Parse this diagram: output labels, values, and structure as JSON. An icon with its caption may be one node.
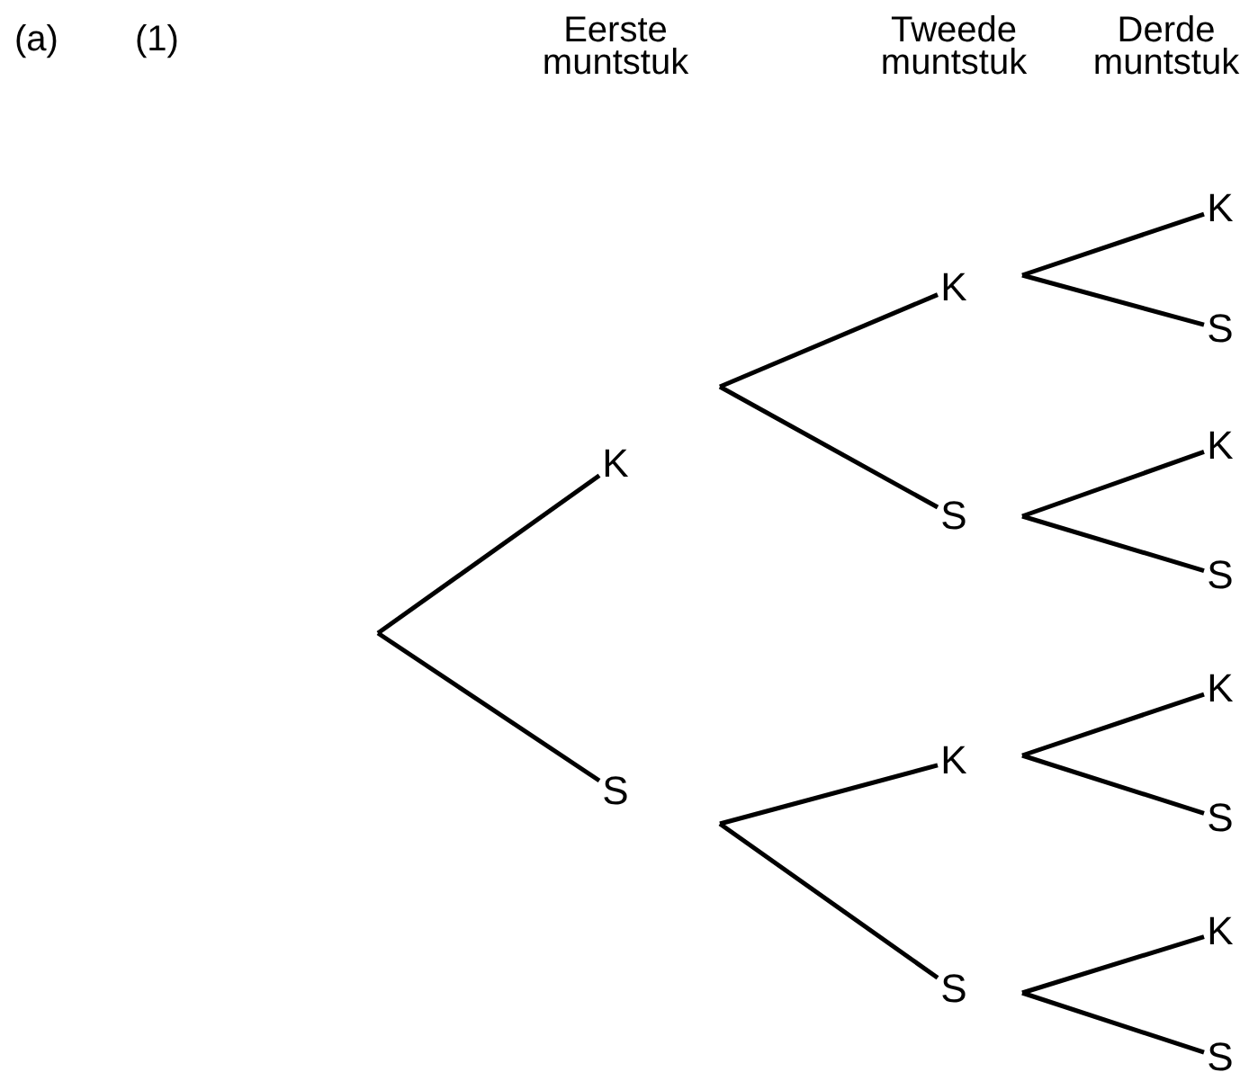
{
  "diagram": {
    "nodes": [
      {
        "text": [
          "K"
        ]
      },
      {
        "text": [
          "S"
        ]
      },
      {
        "text": [
          "K"
        ]
      },
      {
        "text": [
          "S"
        ]
      },
      {
        "text": [
          "K"
        ]
      },
      {
        "text": [
          "S"
        ]
      },
      {
        "text": [
          "K"
        ]
      },
      {
        "text": [
          "S"
        ]
      },
      {
        "text": [
          "K"
        ]
      },
      {
        "text": [
          "S"
        ]
      },
      {
        "text": [
          "K"
        ]
      },
      {
        "text": [
          "S"
        ]
      },
      {
        "text": [
          "K"
        ]
      },
      {
        "text": [
          "S"
        ]
      }
    ],
    "edges": [
      {
        "from": null,
        "to": 0,
        "arrow": "none"
      },
      {
        "from": null,
        "to": 1,
        "arrow": "none"
      },
      {
        "from": null,
        "to": 2,
        "arrow": "none"
      },
      {
        "from": null,
        "to": 3,
        "arrow": "none"
      },
      {
        "from": null,
        "to": 4,
        "arrow": "none"
      },
      {
        "from": null,
        "to": 5,
        "arrow": "none"
      },
      {
        "from": null,
        "to": 6,
        "arrow": "none"
      },
      {
        "from": null,
        "to": 7,
        "arrow": "none"
      },
      {
        "from": null,
        "to": 8,
        "arrow": "none"
      },
      {
        "from": null,
        "to": 9,
        "arrow": "none"
      },
      {
        "from": null,
        "to": 10,
        "arrow": "none"
      },
      {
        "from": null,
        "to": 11,
        "arrow": "none"
      },
      {
        "from": null,
        "to": 12,
        "arrow": "none"
      },
      {
        "from": null,
        "to": 13,
        "arrow": "none"
      }
    ],
    "labels": [
      "(a)",
      "(1)",
      "Eerste muntstuk",
      "Tweede muntstuk",
      "Derde muntstuk"
    ]
  }
}
